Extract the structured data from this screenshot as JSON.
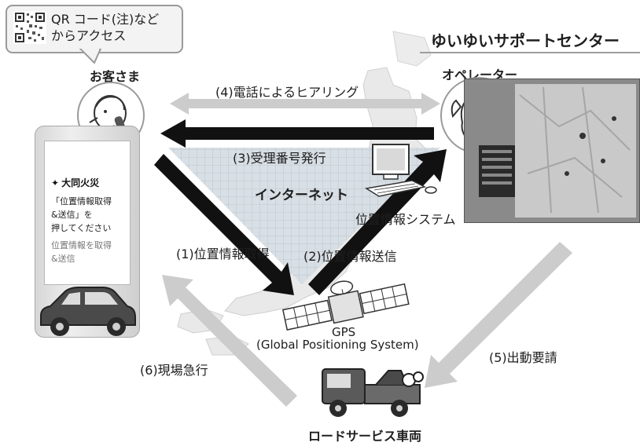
{
  "qr_note": {
    "line1": "QR コード(注)など",
    "line2": "からアクセス"
  },
  "center_title": "ゆいゆいサポートセンター",
  "nodes": {
    "customer": "お客さま",
    "operator": "オペレーター",
    "internet": "インターネット",
    "location_system": "位置情報システム",
    "gps": "GPS",
    "gps_full": "(Global Positioning System)",
    "road_service": "ロードサービス車両"
  },
  "flows": {
    "step4": "(4)電話によるヒアリング",
    "step3": "(3)受理番号発行",
    "step1": "(1)位置情報取得",
    "step2": "(2)位置情報送信",
    "step5": "(5)出動要請",
    "step6": "(6)現場急行"
  },
  "phone_screen": {
    "brand": "大同火災",
    "line1": "「位置情報取得",
    "line2": "&送信」を",
    "line3": "押してください",
    "line4": "位置情報を取得",
    "line5": "&送信"
  },
  "colors": {
    "dark_arrow": "#111111",
    "light_arrow": "#cccccc",
    "grid_area": "#d6dde4",
    "map_fill": "#e9e9e9"
  },
  "icons": [
    "qr-code-icon",
    "customer-phone-icon",
    "operator-icon",
    "computer-icon",
    "satellite-icon",
    "car-icon",
    "tow-truck-icon",
    "map-monitor-icon",
    "japan-map-icon"
  ]
}
